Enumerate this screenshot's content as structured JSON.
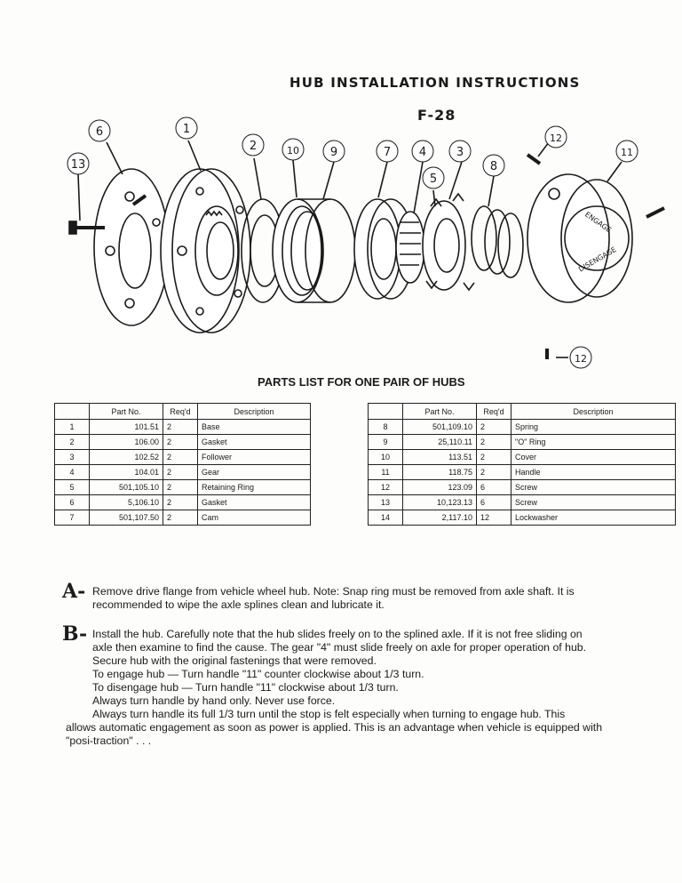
{
  "header": {
    "title": "HUB INSTALLATION INSTRUCTIONS",
    "model": "F-28"
  },
  "diagram": {
    "callouts": [
      "1",
      "2",
      "3",
      "4",
      "5",
      "6",
      "7",
      "8",
      "9",
      "10",
      "11",
      "12",
      "13"
    ],
    "cap_text_top": "ENGAGE",
    "cap_text_bottom": "DISENGAGE"
  },
  "parts_list": {
    "heading": "PARTS LIST FOR ONE PAIR OF HUBS",
    "columns": [
      "",
      "Part No.",
      "Req'd",
      "Description"
    ],
    "left": [
      {
        "no": "1",
        "part": "101.51",
        "req": "2",
        "desc": "Base"
      },
      {
        "no": "2",
        "part": "106.00",
        "req": "2",
        "desc": "Gasket"
      },
      {
        "no": "3",
        "part": "102.52",
        "req": "2",
        "desc": "Follower"
      },
      {
        "no": "4",
        "part": "104.01",
        "req": "2",
        "desc": "Gear"
      },
      {
        "no": "5",
        "part": "501,105.10",
        "req": "2",
        "desc": "Retaining Ring"
      },
      {
        "no": "6",
        "part": "5,106.10",
        "req": "2",
        "desc": "Gasket"
      },
      {
        "no": "7",
        "part": "501,107.50",
        "req": "2",
        "desc": "Cam"
      }
    ],
    "right": [
      {
        "no": "8",
        "part": "501,109.10",
        "req": "2",
        "desc": "Spring"
      },
      {
        "no": "9",
        "part": "25,110.11",
        "req": "2",
        "desc": "\"O\" Ring"
      },
      {
        "no": "10",
        "part": "113.51",
        "req": "2",
        "desc": "Cover"
      },
      {
        "no": "11",
        "part": "118.75",
        "req": "2",
        "desc": "Handle"
      },
      {
        "no": "12",
        "part": "123.09",
        "req": "6",
        "desc": "Screw"
      },
      {
        "no": "13",
        "part": "10,123.13",
        "req": "6",
        "desc": "Screw"
      },
      {
        "no": "14",
        "part": "2,117.10",
        "req": "12",
        "desc": "Lockwasher"
      }
    ]
  },
  "instructions": {
    "a_letter": "A-",
    "a_lines": [
      "Remove drive flange from vehicle wheel hub.  Note: Snap ring must be removed from axle shaft.  It is",
      "recommended to wipe the axle splines clean and lubricate it."
    ],
    "b_letter": "B-",
    "b_lines": [
      "Install the hub.  Carefully note that the hub slides freely on to the splined axle.  If it is not free sliding on",
      "axle then examine to find the cause.  The gear \"4\" must slide freely on axle for proper operation of hub.",
      "Secure hub with the original fastenings that were removed.",
      "To engage hub — Turn handle \"11\" counter clockwise about 1/3 turn.",
      "To disengage hub — Turn handle \"11\" clockwise about 1/3 turn.",
      "Always turn handle by hand only.  Never use force.",
      "Always turn handle its full 1/3 turn until the stop is felt especially when turning to engage hub.  This",
      "allows automatic engagement as soon as power is applied.  This is an advantage when vehicle is equipped with",
      "\"posi-traction\" . . ."
    ]
  }
}
